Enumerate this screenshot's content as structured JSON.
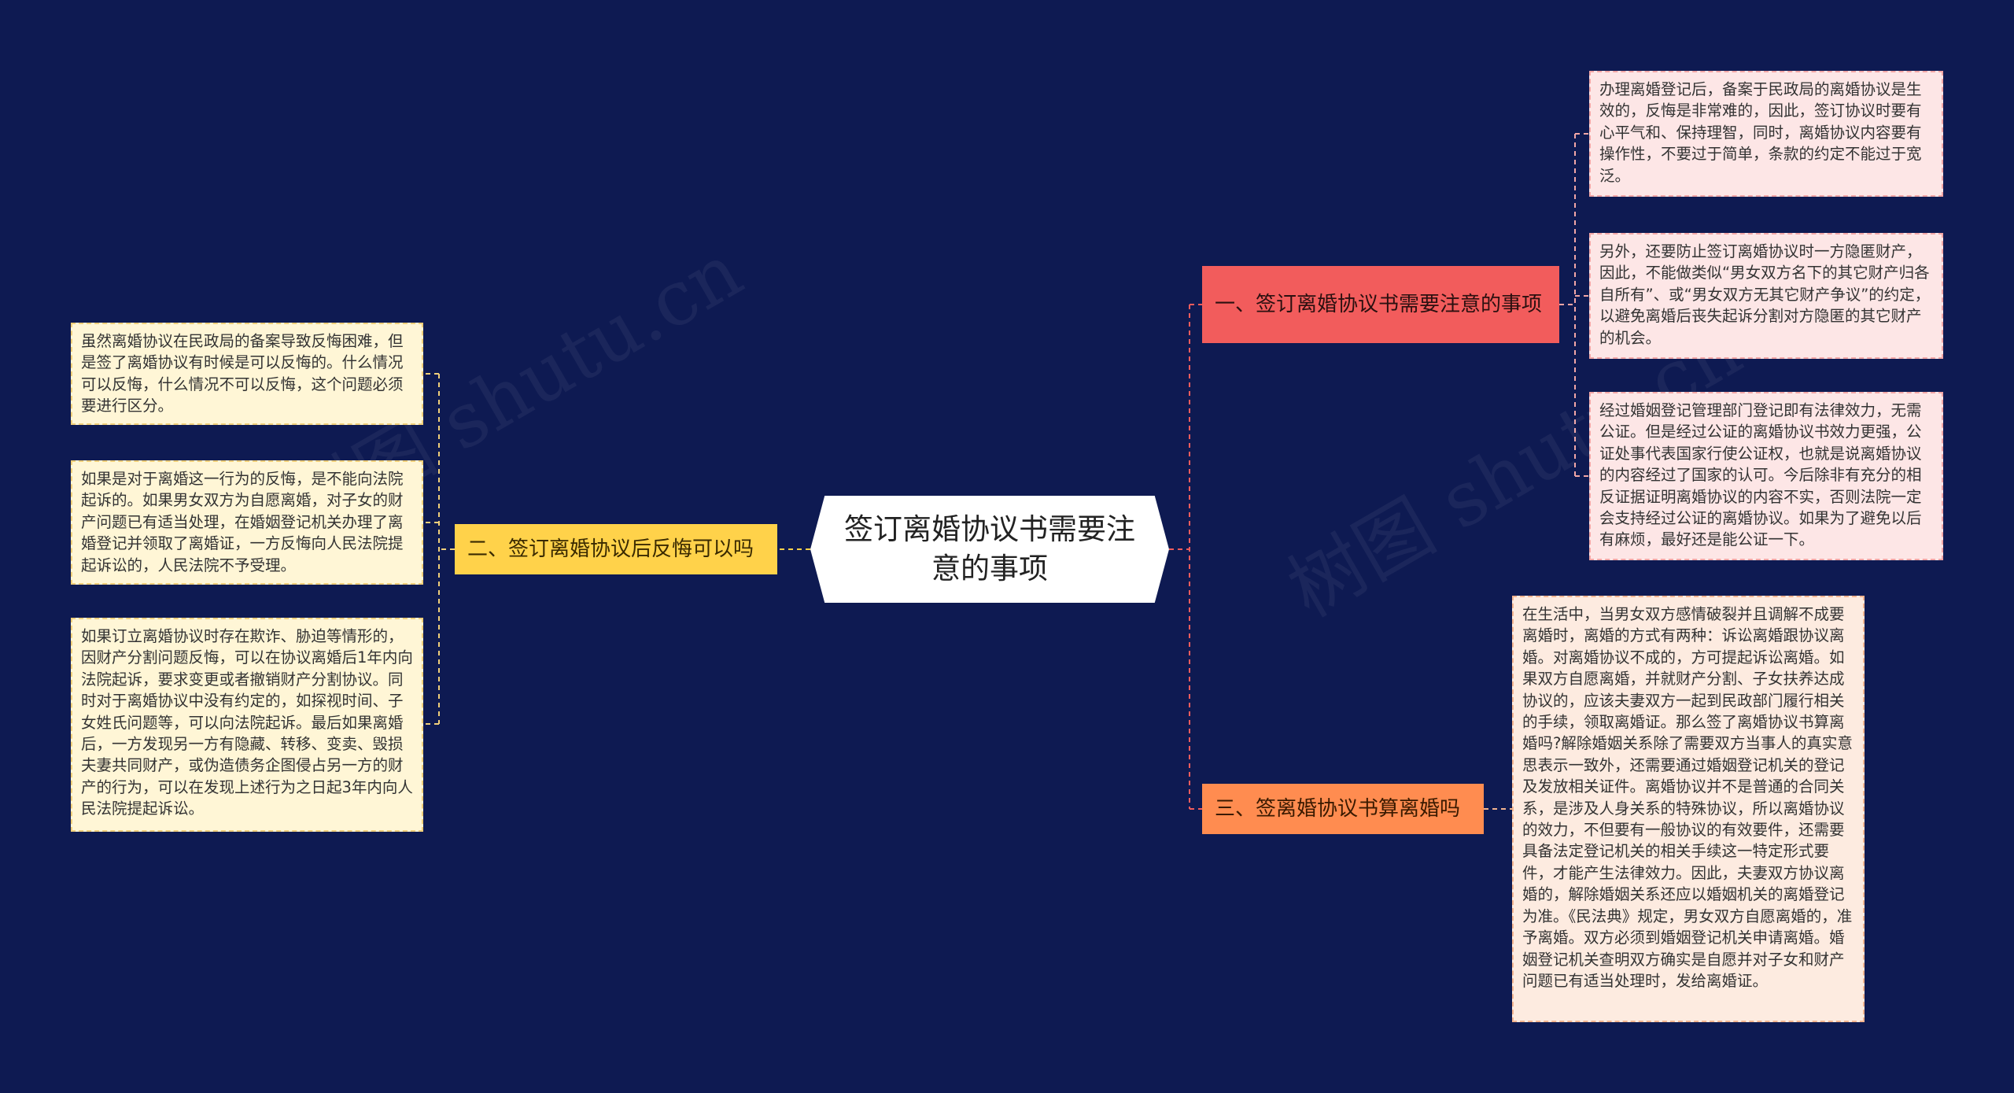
{
  "center": {
    "title": "签订离婚协议书需要注意的事项"
  },
  "branches": {
    "one": "一、签订离婚协议书需要注意的事项",
    "two": "二、签订离婚协议后反悔可以吗",
    "three": "三、签离婚协议书算离婚吗"
  },
  "leaves": {
    "one": [
      "办理离婚登记后，备案于民政局的离婚协议是生效的，反悔是非常难的，因此，签订协议时要有心平气和、保持理智，同时，离婚协议内容要有操作性，不要过于简单，条款的约定不能过于宽泛。",
      "另外，还要防止签订离婚协议时一方隐匿财产，因此，不能做类似“男女双方名下的其它财产归各自所有”、或“男女双方无其它财产争议”的约定，以避免离婚后丧失起诉分割对方隐匿的其它财产的机会。",
      "经过婚姻登记管理部门登记即有法律效力，无需公证。但是经过公证的离婚协议书效力更强，公证处事代表国家行使公证权，也就是说离婚协议的内容经过了国家的认可。今后除非有充分的相反证据证明离婚协议的内容不实，否则法院一定会支持经过公证的离婚协议。如果为了避免以后有麻烦，最好还是能公证一下。"
    ],
    "two": [
      "虽然离婚协议在民政局的备案导致反悔困难，但是签了离婚协议有时候是可以反悔的。什么情况可以反悔，什么情况不可以反悔，这个问题必须要进行区分。",
      "如果是对于离婚这一行为的反悔，是不能向法院起诉的。如果男女双方为自愿离婚，对子女的财产问题已有适当处理，在婚姻登记机关办理了离婚登记并领取了离婚证，一方反悔向人民法院提起诉讼的，人民法院不予受理。",
      "如果订立离婚协议时存在欺诈、胁迫等情形的，因财产分割问题反悔，可以在协议离婚后1年内向法院起诉，要求变更或者撤销财产分割协议。同时对于离婚协议中没有约定的，如探视时间、子女姓氏问题等，可以向法院起诉。最后如果离婚后，一方发现另一方有隐藏、转移、变卖、毁损夫妻共同财产，或伪造债务企图侵占另一方的财产的行为，可以在发现上述行为之日起3年内向人民法院提起诉讼。"
    ],
    "three": [
      "在生活中，当男女双方感情破裂并且调解不成要离婚时，离婚的方式有两种：诉讼离婚跟协议离婚。对离婚协议不成的，方可提起诉讼离婚。如果双方自愿离婚，并就财产分割、子女扶养达成协议的，应该夫妻双方一起到民政部门履行相关的手续，领取离婚证。那么签了离婚协议书算离婚吗?解除婚姻关系除了需要双方当事人的真实意思表示一致外，还需要通过婚姻登记机关的登记及发放相关证件。离婚协议并不是普通的合同关系，是涉及人身关系的特殊协议，所以离婚协议的效力，不但要有一般协议的有效要件，还需要具备法定登记机关的相关手续这一特定形式要件，才能产生法律效力。因此，夫妻双方协议离婚的，解除婚姻关系还应以婚姻机关的离婚登记为准。《民法典》规定，男女双方自愿离婚的，准予离婚。双方必须到婚姻登记机关申请离婚。婚姻登记机关查明双方确实是自愿并对子女和财产问题已有适当处理时，发给离婚证。"
    ]
  },
  "colors": {
    "background": "#0e1a52",
    "branch_one": "#f25c5c",
    "branch_two": "#ffd24a",
    "branch_three": "#ff8c50"
  }
}
